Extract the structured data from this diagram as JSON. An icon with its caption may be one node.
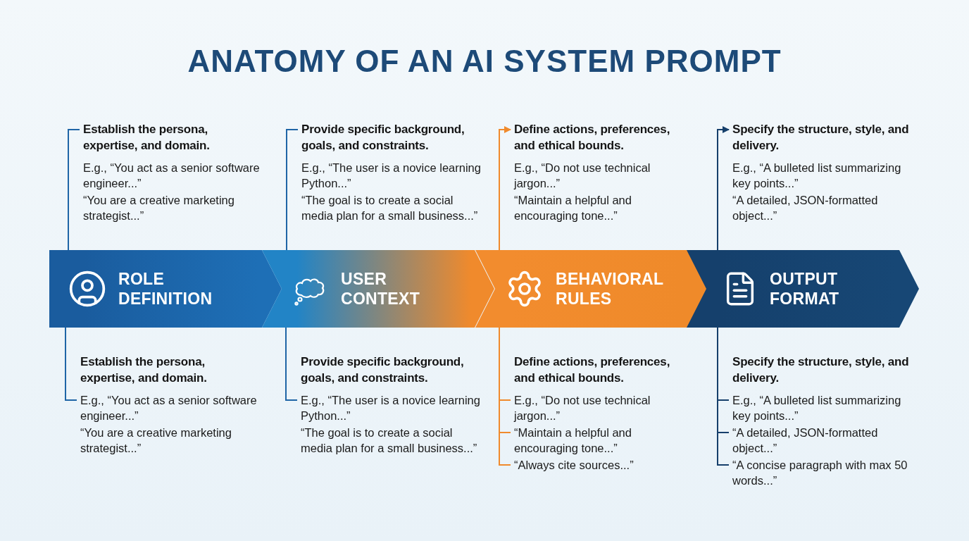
{
  "diagram": {
    "title": "ANATOMY OF AN AI SYSTEM PROMPT",
    "nodes": [
      {
        "text": [
          "Establish the persona, expertise, and domain.",
          "E.g., “You act as a senior software engineer...”",
          "“You are a creative marketing strategist...”"
        ]
      },
      {
        "text": [
          "Provide specific background, goals, and constraints.",
          "E.g., “The user is a novice learning Python...”",
          "“The goal is to create a social media plan for a small business...”"
        ]
      },
      {
        "text": [
          "Define actions, preferences, and ethical bounds.",
          "E.g., “Do not use technical jargon...”",
          "“Maintain a helpful and encouraging tone...”"
        ]
      },
      {
        "text": [
          "Specify the structure, style, and delivery.",
          "E.g., “A bulleted list summarizing key points...”",
          "“A detailed, JSON-formatted object...”"
        ]
      },
      {
        "text": [
          "ROLE DEFINITION"
        ]
      },
      {
        "text": [
          "USER CONTEXT"
        ]
      },
      {
        "text": [
          "BEHAVIORAL RULES"
        ]
      },
      {
        "text": [
          "OUTPUT FORMAT"
        ]
      },
      {
        "text": [
          "Establish the persona, expertise, and domain.",
          "E.g., “You act as a senior software engineer...”",
          "“You are a creative marketing strategist...”"
        ]
      },
      {
        "text": [
          "Provide specific background, goals, and constraints.",
          "E.g., “The user is a novice learning Python...”",
          "“The goal is to create a social media plan for a small business...”"
        ]
      },
      {
        "text": [
          "Define actions, preferences, and ethical bounds.",
          "E.g., “Do not use technical jargon...”",
          "“Maintain a helpful and encouraging tone...”",
          "“Always cite sources...”"
        ]
      },
      {
        "text": [
          "Specify the structure, style, and delivery.",
          "E.g., “A bulleted list summarizing key points...”",
          "“A detailed, JSON-formatted object...”",
          "“A concise paragraph with max 50 words...”"
        ]
      }
    ],
    "edges": [
      {
        "from": 4,
        "to": 0,
        "arrow": "none"
      },
      {
        "from": 5,
        "to": 1,
        "arrow": "none"
      },
      {
        "from": 6,
        "to": 2,
        "arrow": "to",
        "color": "#f08a2c"
      },
      {
        "from": 7,
        "to": 3,
        "arrow": "to",
        "color": "#163f6b"
      },
      {
        "from": 4,
        "to": 8,
        "arrow": "none"
      },
      {
        "from": 5,
        "to": 9,
        "arrow": "none"
      },
      {
        "from": 6,
        "to": 10,
        "arrow": "none",
        "color": "#f08a2c"
      },
      {
        "from": 7,
        "to": 11,
        "arrow": "none",
        "color": "#163f6b"
      }
    ]
  }
}
